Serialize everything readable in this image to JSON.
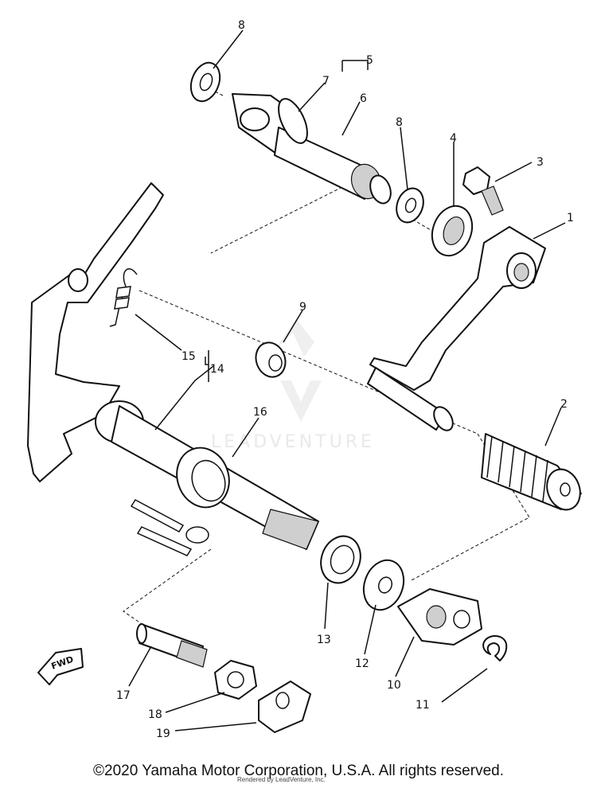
{
  "diagram": {
    "callouts": [
      {
        "id": "1",
        "label": "1"
      },
      {
        "id": "2",
        "label": "2"
      },
      {
        "id": "3",
        "label": "3"
      },
      {
        "id": "4",
        "label": "4"
      },
      {
        "id": "5",
        "label": "5"
      },
      {
        "id": "6",
        "label": "6"
      },
      {
        "id": "7",
        "label": "7"
      },
      {
        "id": "8a",
        "label": "8"
      },
      {
        "id": "8b",
        "label": "8"
      },
      {
        "id": "9",
        "label": "9"
      },
      {
        "id": "10",
        "label": "10"
      },
      {
        "id": "11",
        "label": "11"
      },
      {
        "id": "12",
        "label": "12"
      },
      {
        "id": "13",
        "label": "13"
      },
      {
        "id": "14",
        "label": "14"
      },
      {
        "id": "15",
        "label": "15"
      },
      {
        "id": "16",
        "label": "16"
      },
      {
        "id": "17",
        "label": "17"
      },
      {
        "id": "18",
        "label": "18"
      },
      {
        "id": "19",
        "label": "19"
      }
    ],
    "direction_marker": "FWD",
    "watermark": "LEADVENTURE"
  },
  "footer": {
    "copyright": "©2020 Yamaha Motor Corporation, U.S.A. All rights reserved.",
    "renderer": "Rendered by LeadVenture, Inc."
  }
}
